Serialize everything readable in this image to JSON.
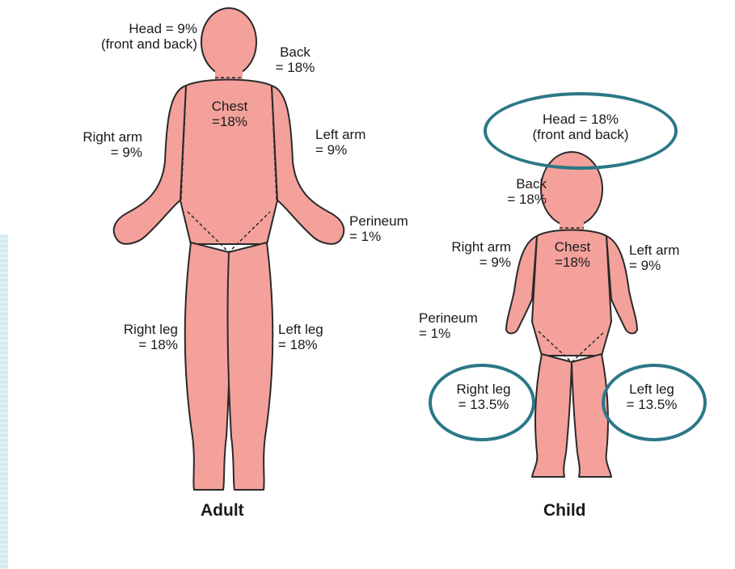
{
  "adult": {
    "caption": "Adult",
    "head": {
      "line1": "Head = 9%",
      "line2": "(front and back)"
    },
    "back": {
      "line1": "Back",
      "line2": "= 18%"
    },
    "chest": {
      "line1": "Chest",
      "line2": "=18%"
    },
    "right_arm": {
      "line1": "Right arm",
      "line2": "= 9%"
    },
    "left_arm": {
      "line1": "Left arm",
      "line2": "= 9%"
    },
    "perineum": {
      "line1": "Perineum",
      "line2": "= 1%"
    },
    "right_leg": {
      "line1": "Right leg",
      "line2": "= 18%"
    },
    "left_leg": {
      "line1": "Left leg",
      "line2": "= 18%"
    }
  },
  "child": {
    "caption": "Child",
    "head": {
      "line1": "Head = 18%",
      "line2": "(front and back)"
    },
    "back": {
      "line1": "Back",
      "line2": "= 18%"
    },
    "chest": {
      "line1": "Chest",
      "line2": "=18%"
    },
    "right_arm": {
      "line1": "Right arm",
      "line2": "= 9%"
    },
    "left_arm": {
      "line1": "Left arm",
      "line2": "= 9%"
    },
    "perineum": {
      "line1": "Perineum",
      "line2": "= 1%"
    },
    "right_leg": {
      "line1": "Right leg",
      "line2": "= 13.5%"
    },
    "left_leg": {
      "line1": "Left leg",
      "line2": "= 13.5%"
    }
  },
  "colors": {
    "skin": "#f4a19b",
    "outline": "#2a2a2a",
    "highlight_ring": "#2b7787"
  }
}
